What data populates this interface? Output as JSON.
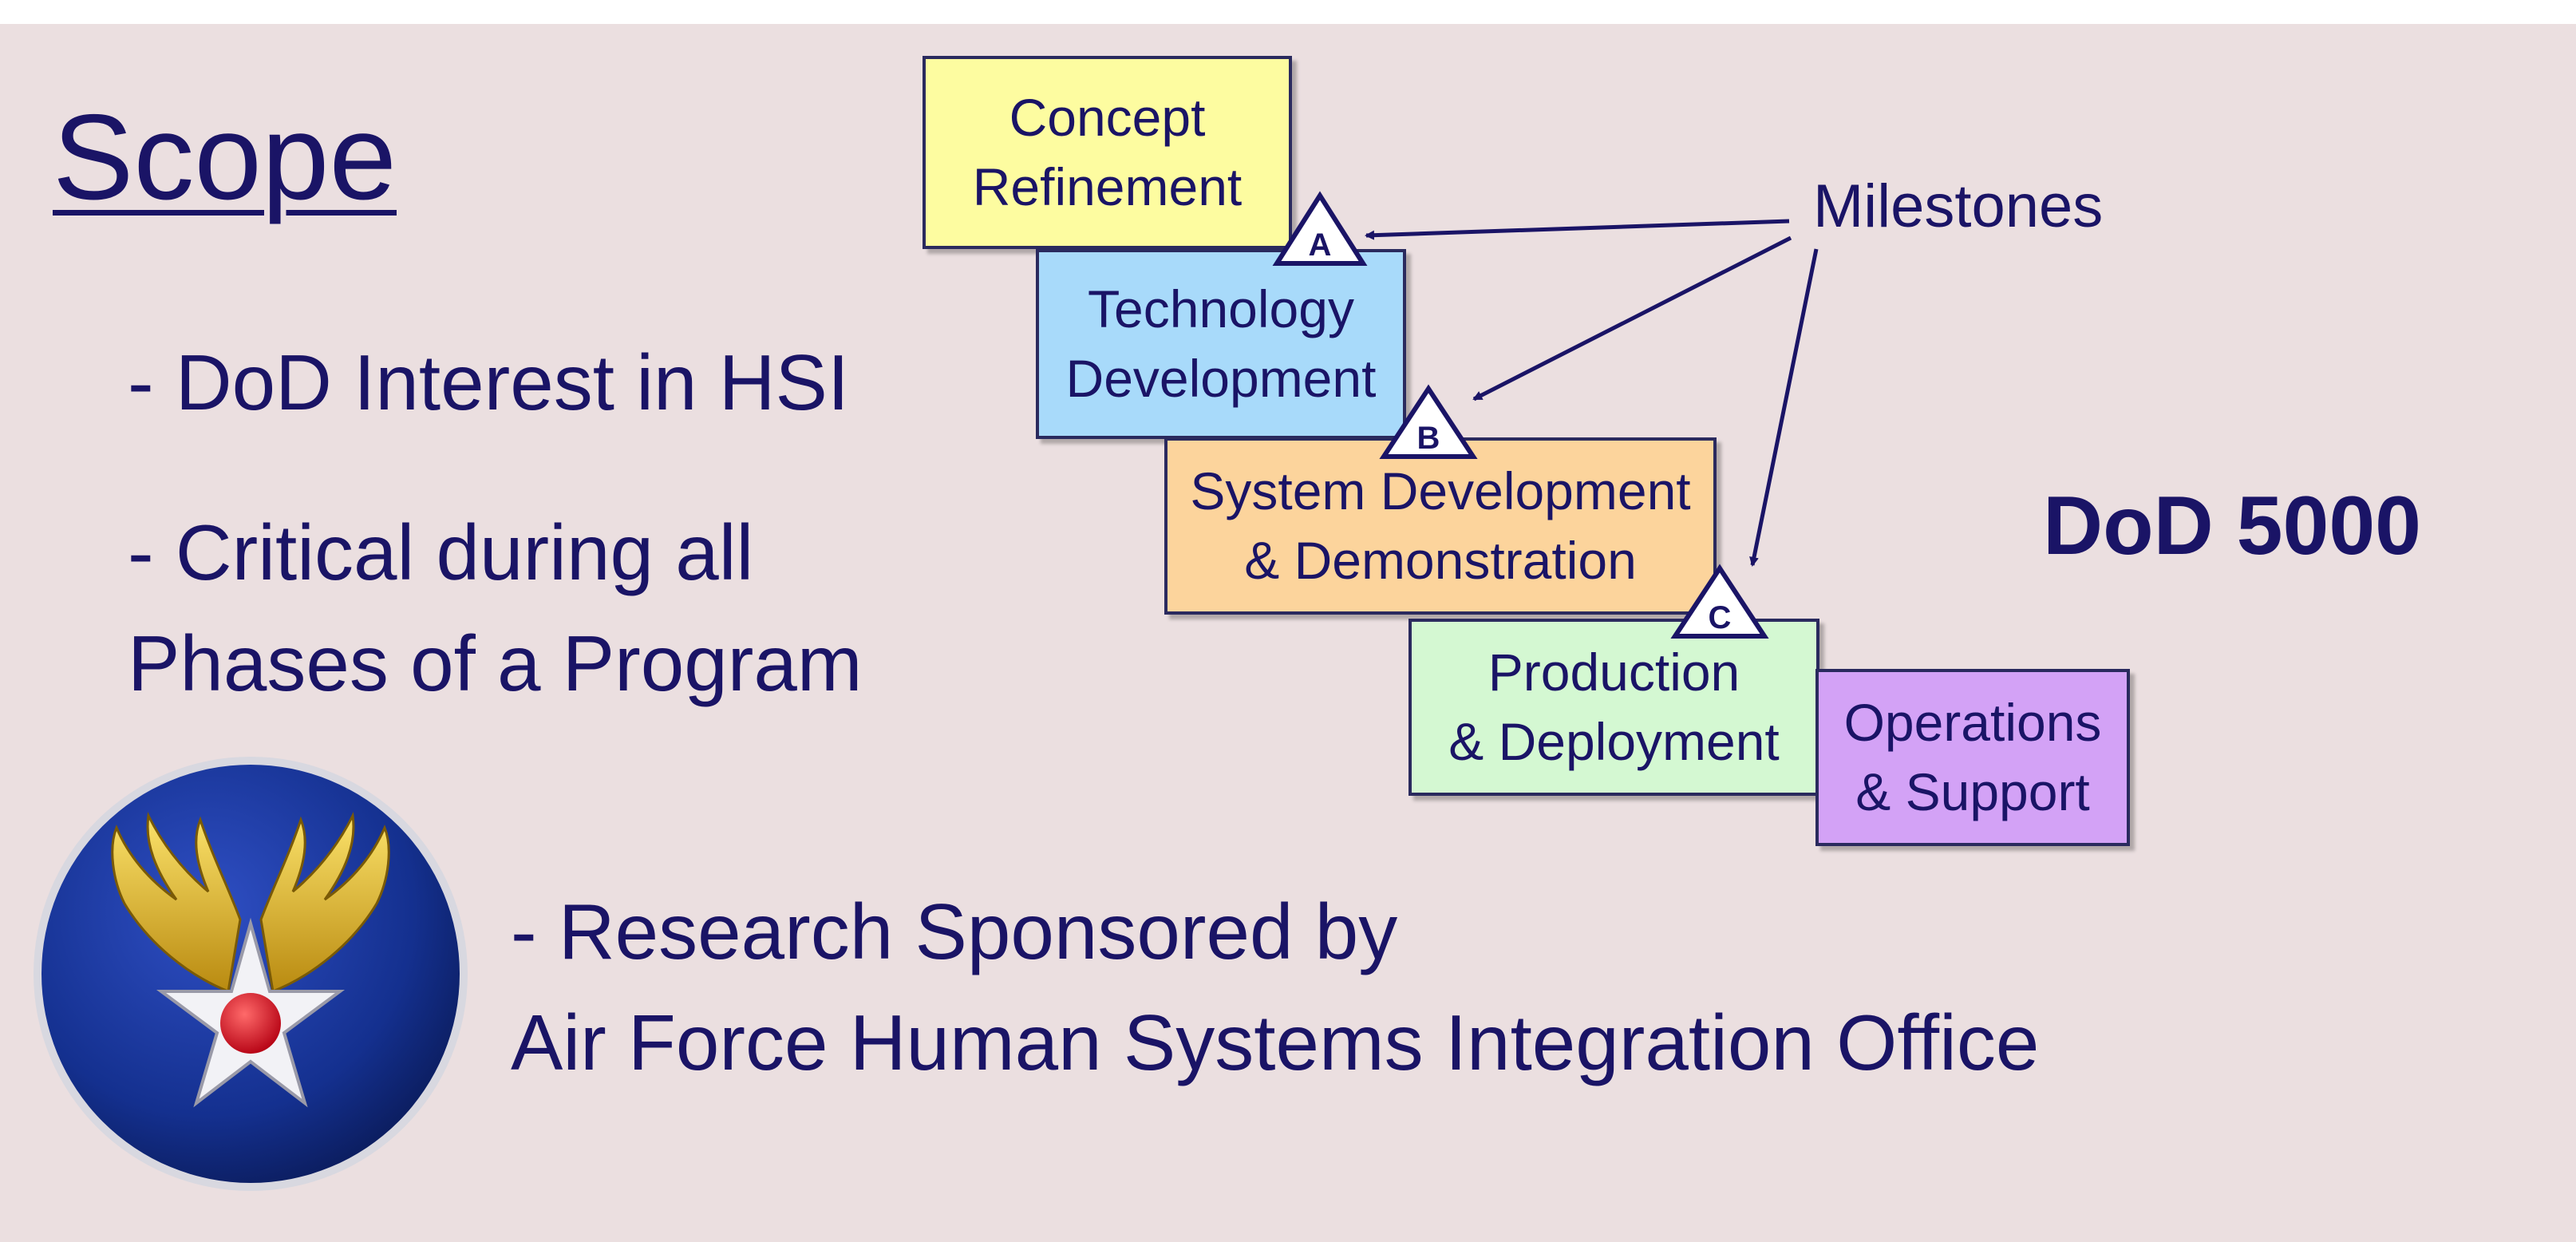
{
  "title": "Scope",
  "bullets": {
    "b1": "- DoD Interest in HSI",
    "b2_line1": "- Critical during all",
    "b2_line2": "Phases of a Program",
    "b3_line1": "- Research Sponsored by",
    "b3_line2": "Air Force Human Systems Integration Office"
  },
  "phases": [
    {
      "line1": "Concept",
      "line2": "Refinement",
      "color": "#fdfca0"
    },
    {
      "line1": "Technology",
      "line2": "Development",
      "color": "#a8dafa"
    },
    {
      "line1": "System Development",
      "line2": "& Demonstration",
      "color": "#fcd49c"
    },
    {
      "line1": "Production",
      "line2": "& Deployment",
      "color": "#d4f8d2"
    },
    {
      "line1": "Operations",
      "line2": "& Support",
      "color": "#d3a2f6"
    }
  ],
  "milestones": {
    "label": "Milestones",
    "markers": [
      "A",
      "B",
      "C"
    ]
  },
  "standard": "DoD 5000",
  "logo": "air-force-wings-star-emblem",
  "colors": {
    "text": "#1a1466",
    "background": "#ebdfe0"
  }
}
